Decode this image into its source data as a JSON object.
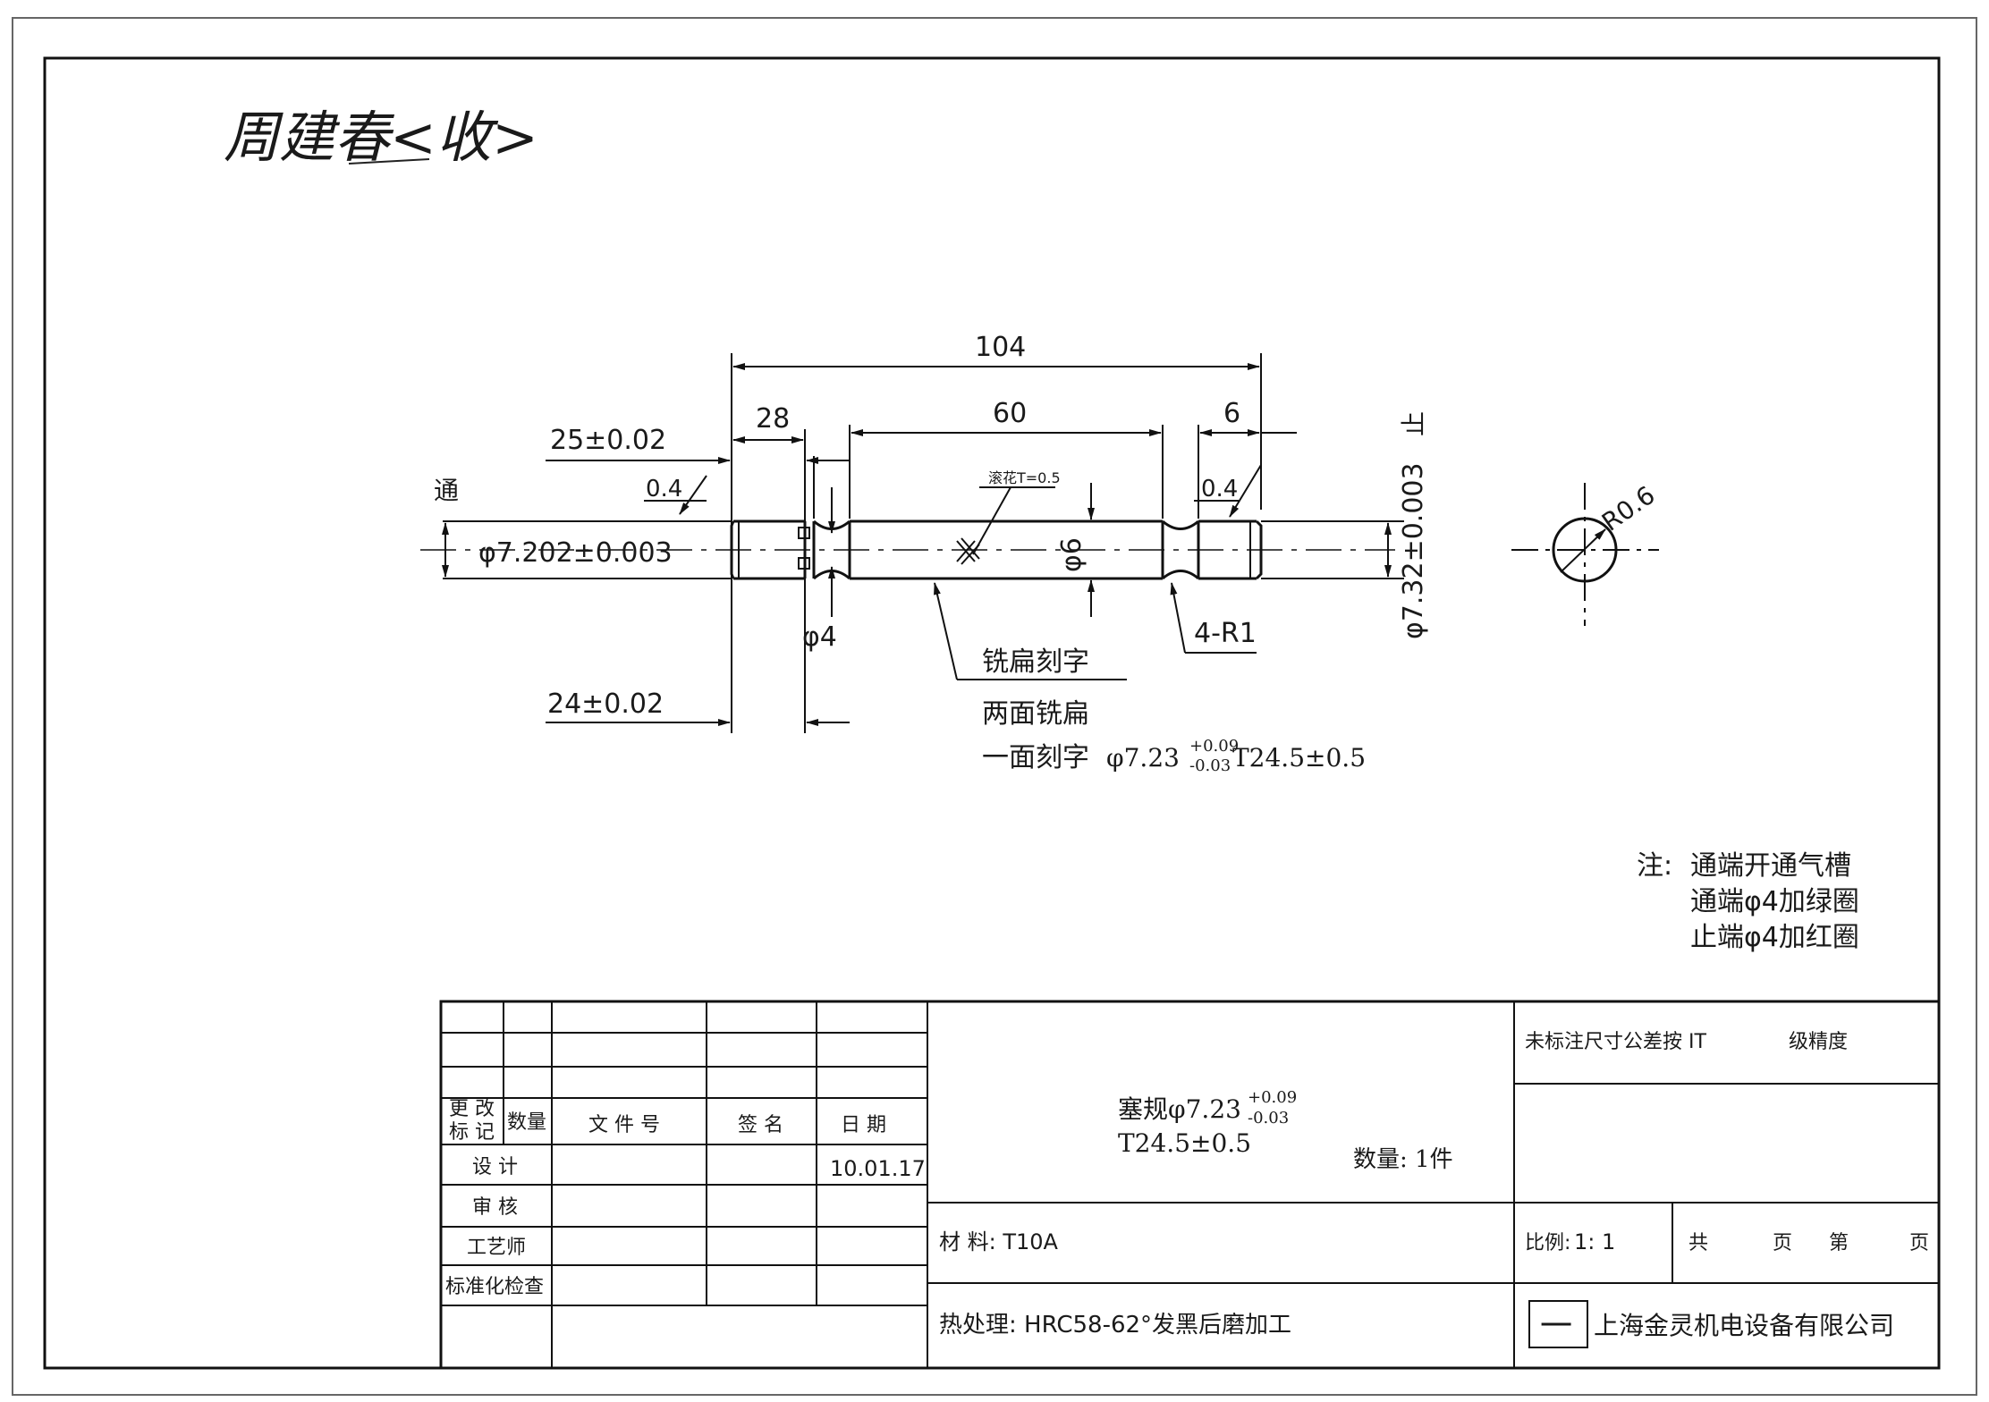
{
  "handwritten_note": "周建春<收>",
  "drawing": {
    "dimensions": {
      "overall_length": "104",
      "left_section": "28",
      "middle_section": "60",
      "right_section": "6",
      "go_length_upper": "25±0.02",
      "go_length_lower": "24±0.02",
      "chamfer_left": "0.4",
      "chamfer_right": "0.4",
      "go_diameter": "φ7.202±0.003",
      "nogo_diameter": "φ7.32±0.003",
      "neck_diameter": "φ4",
      "handle_diameter": "φ6",
      "groove_radius": "4-R1",
      "end_radius": "R0.6"
    },
    "labels": {
      "go_end": "通",
      "nogo_end": "止",
      "knurl": "滚花T=0.5",
      "mill_flat": "铣扁刻字",
      "two_sides": "两面铣扁",
      "engrave_prefix": "一面刻字",
      "engrave_base": "φ7.23",
      "engrave_tol_upper": "+0.09",
      "engrave_tol_lower": "-0.03",
      "engrave_suffix": "T24.5±0.5"
    },
    "notes": {
      "heading": "注:",
      "lines": [
        "通端开通气槽",
        "通端φ4加绿圈",
        "止端φ4加红圈"
      ]
    }
  },
  "title_block": {
    "headers": {
      "change_mark": [
        "更 改",
        "标 记"
      ],
      "quantity": "数量",
      "document_no": "文 件 号",
      "signature": "签 名",
      "date": "日 期"
    },
    "roles": [
      "设 计",
      "审 核",
      "工艺师",
      "标准化检查"
    ],
    "design_date": "10.01.17",
    "part_name_line1_base": "塞规φ7.23",
    "part_name_tol_upper": "+0.09",
    "part_name_tol_lower": "-0.03",
    "part_name_line2": "T24.5±0.5",
    "quantity_label": "数量: 1件",
    "tolerance_note": "未标注尺寸公差按 IT",
    "tolerance_grade": "级精度",
    "material": "材 料: T10A",
    "scale_label": "比例:",
    "scale_value": "1: 1",
    "sheet_total": "共",
    "sheet_page": "页",
    "sheet_no": "第",
    "sheet_page2": "页",
    "heat_treatment": "热处理: HRC58-62°发黑后磨加工",
    "company": "上海金灵机电设备有限公司",
    "logo": "一"
  }
}
